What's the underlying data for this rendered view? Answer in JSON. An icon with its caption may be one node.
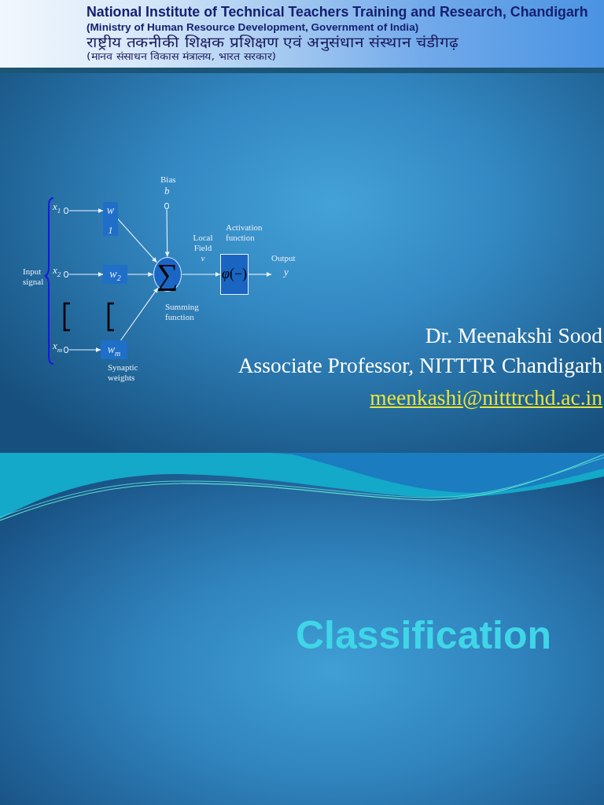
{
  "diagram": {
    "title": "Classification",
    "nodes": [
      {
        "text": [],
        "shape": "circle",
        "beside": [
          "x$_{1}$"
        ]
      },
      {
        "text": [
          "w$_{1}$"
        ]
      },
      {
        "text": [],
        "shape": "circle",
        "beside": [
          "x$_{2}$"
        ]
      },
      {
        "text": [
          "w$_{2}$"
        ]
      },
      {
        "text": [],
        "shape": "circle",
        "beside": [
          "x$_{m}$"
        ]
      },
      {
        "text": [
          "w$_{m}$"
        ]
      },
      {
        "text": [],
        "shape": "circle",
        "beside": [
          "Bias",
          "b"
        ]
      },
      {
        "text": [
          "∑"
        ],
        "beside": [
          "Summing function"
        ]
      },
      {
        "text": [
          "*φ*(−)"
        ],
        "beside": [
          "Activation function"
        ]
      },
      {
        "text": [
          "Output",
          "y"
        ]
      }
    ],
    "edges": [
      {
        "from": 0,
        "to": 1,
        "arrow": "to"
      },
      {
        "from": 2,
        "to": 3,
        "arrow": "to"
      },
      {
        "from": 4,
        "to": 5,
        "arrow": "to"
      },
      {
        "from": 1,
        "to": 7,
        "arrow": "to"
      },
      {
        "from": 3,
        "to": 7,
        "arrow": "to"
      },
      {
        "from": 5,
        "to": 7,
        "arrow": "to"
      },
      {
        "from": 6,
        "to": 7,
        "arrow": "to"
      },
      {
        "from": 7,
        "to": 8,
        "arrow": "to",
        "label": "Local Field *v*"
      },
      {
        "from": 8,
        "to": 9,
        "arrow": "to"
      }
    ],
    "labels": [
      "National Institute of Technical Teachers Training and Research, Chandigarh",
      "(Ministry of Human Resource Development, Government of India)",
      "राष्ट्रीय तकनीकी शिक्षक प्रशिक्षण एवं अनुसंधान संस्थान चंडीगढ़",
      "(मानव संसाधन विकास मंत्रालय, भारत सरकार)",
      "Input signal",
      "Synaptic weights",
      "Dr. Meenakshi Sood",
      "Associate Professor, NITTTR Chandigarh",
      "meenkashi@nitttrchd.ac.in"
    ]
  }
}
